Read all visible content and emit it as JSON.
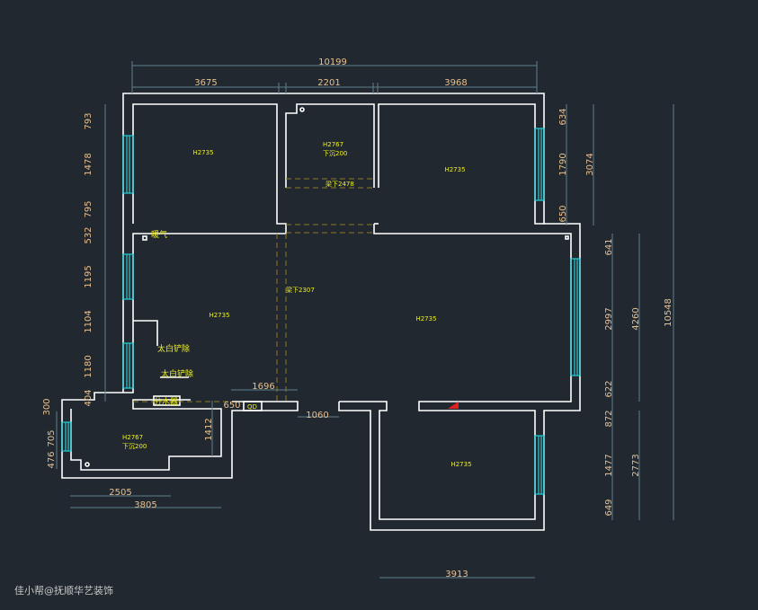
{
  "plan": {
    "dimensions_top": {
      "total": "10199",
      "seg1": "3675",
      "seg2": "2201",
      "seg3": "3968"
    },
    "dimensions_left": [
      "793",
      "1478",
      "795",
      "532",
      "1195",
      "1104",
      "1180",
      "404"
    ],
    "dimensions_left_lower": [
      "300",
      "705",
      "476"
    ],
    "dimensions_right_upper": [
      "634",
      "1790",
      "650"
    ],
    "dimension_right_upper_total": "3074",
    "dimensions_right_lower": [
      "641",
      "2997",
      "622",
      "872",
      "1477",
      "649"
    ],
    "dimension_right_mid": "4260",
    "dimension_right_low": "2773",
    "dimension_right_total": "10548",
    "dimensions_misc": {
      "d1696": "1696",
      "d650": "650",
      "d1060": "1060",
      "d1412": "1412",
      "d2505": "2505",
      "d3805": "3805",
      "d3913": "3913"
    },
    "labels": {
      "room_top_left": "H2735",
      "room_top_mid_h": "H2767",
      "room_top_mid_sink": "下沉200",
      "beam_2478": "梁下2478",
      "room_top_right": "H2735",
      "radiator": "暖气",
      "beam_2307": "梁下2307",
      "room_left_mid": "H2735",
      "room_living": "H2735",
      "remove_plaster_1": "太白铲除",
      "remove_plaster_2": "太白铲除",
      "water_distributor": "分水器",
      "qd": "QD",
      "room_bottom_left_h": "H2767",
      "room_bottom_left_sink": "下沉200",
      "room_bottom_right": "H2735"
    }
  },
  "watermark": "佳小帮@抚顺华艺装饰",
  "colors": {
    "background": "#212830",
    "wall": "#ffffff",
    "window": "#20d0d8",
    "label": "#f0f020",
    "dimension_text": "#e8c090"
  }
}
